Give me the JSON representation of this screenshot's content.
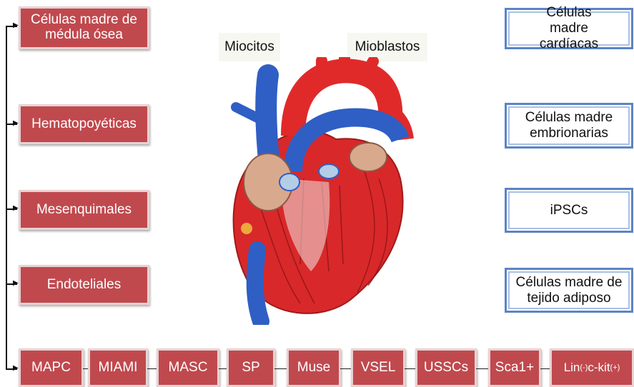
{
  "left_boxes": [
    {
      "label": "Células madre de médula ósea"
    },
    {
      "label": "Hematopoyéticas"
    },
    {
      "label": "Mesenquimales"
    },
    {
      "label": "Endoteliales"
    }
  ],
  "heart_labels": {
    "left": "Miocitos",
    "right": "Mioblastos"
  },
  "right_boxes": [
    {
      "label": "Células madre cardíacas"
    },
    {
      "label": "Células madre embrionarias"
    },
    {
      "label": "iPSCs"
    },
    {
      "label": "Células madre de tejido adiposo"
    }
  ],
  "bottom_boxes": [
    "MAPC",
    "MIAMI",
    "MASC",
    "SP",
    "Muse",
    "VSEL",
    "USSCs",
    "Sca1+"
  ],
  "bottom_last": {
    "prefix": "Lin",
    "sup1": "(-)",
    "middle": "c-kit",
    "sup2": "(+)"
  },
  "colors": {
    "red_box": "#c0494e",
    "blue_border": "#5b84c4",
    "artery": "#e02a2a",
    "vein": "#2f5fc4"
  },
  "icons": [
    "heart-illustration"
  ]
}
